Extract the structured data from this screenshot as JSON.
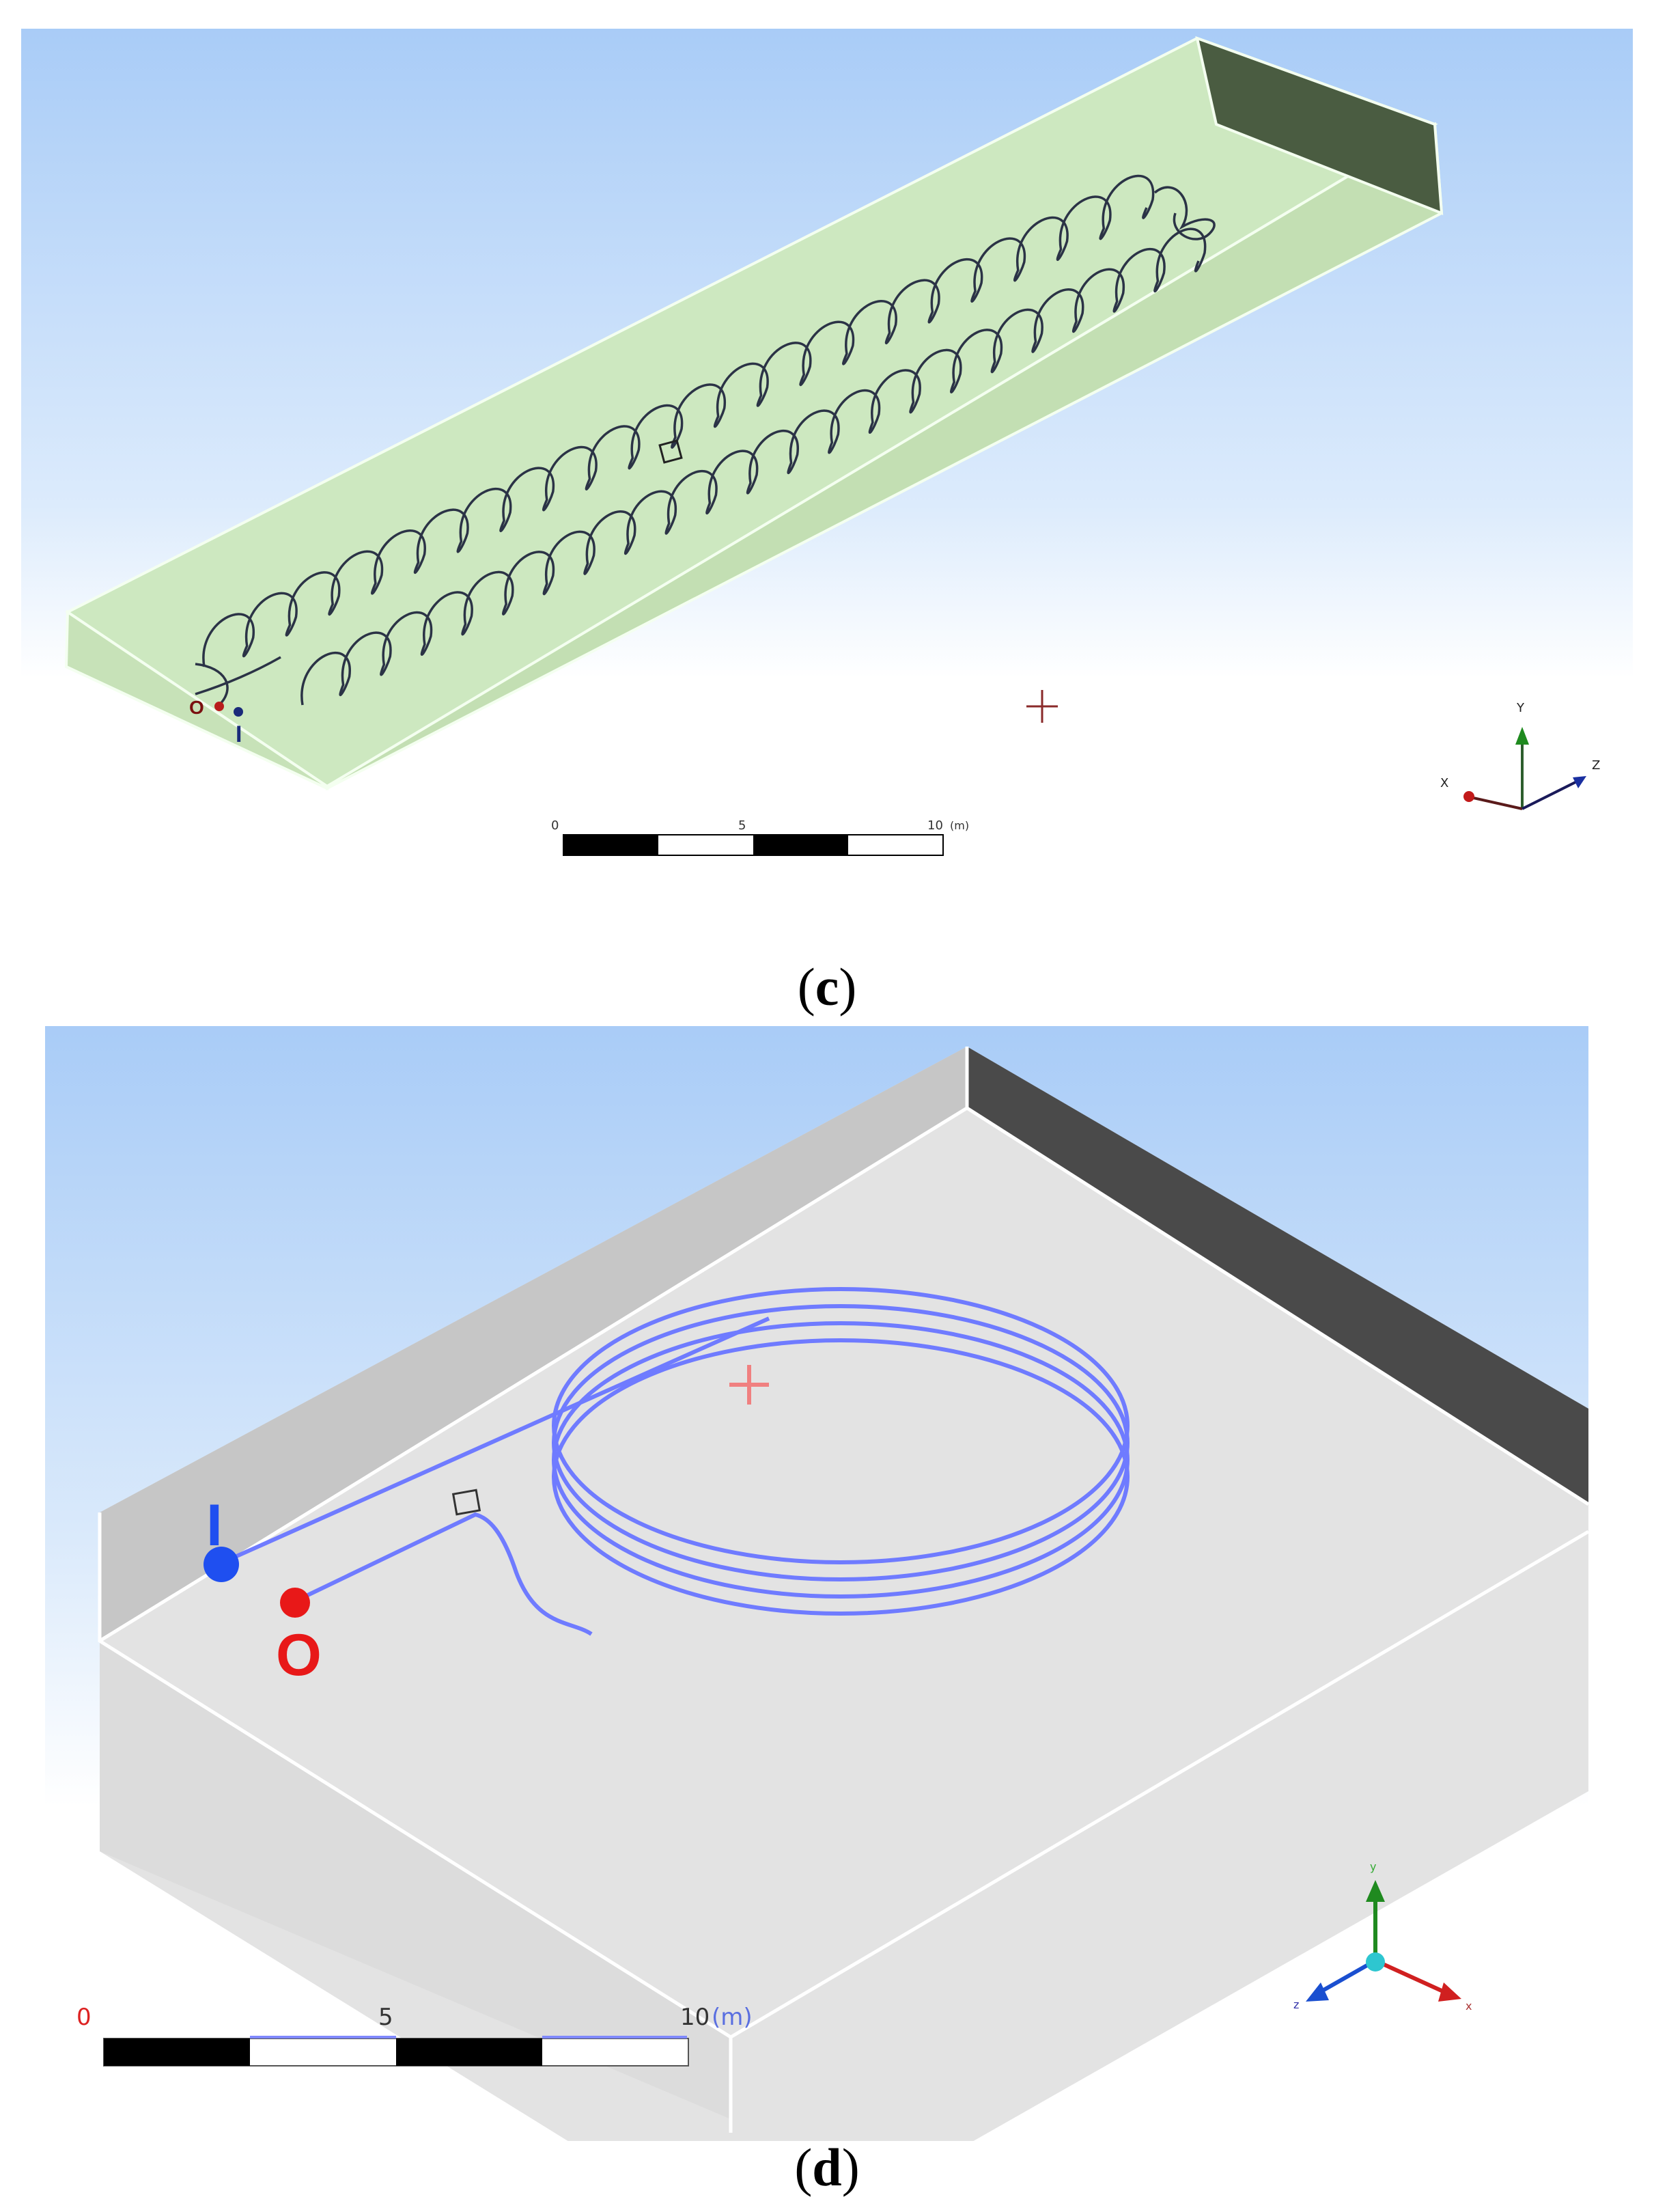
{
  "panels": [
    {
      "letter": "c",
      "marker_labels": {
        "outlet": "O",
        "inlet": "I"
      },
      "scale_bar": {
        "ticks": [
          "0",
          "5",
          "10"
        ],
        "unit": "(m)"
      },
      "triad": {
        "x": "X",
        "y": "Y",
        "z": "Z"
      },
      "colors": {
        "background_top": "#a9ccf7",
        "box_fill": "#cde8c0",
        "coil": "#2b3346",
        "inlet_marker": "#1a2a7a",
        "outlet_marker": "#b81c1c"
      }
    },
    {
      "letter": "d",
      "marker_labels": {
        "outlet": "O",
        "inlet": "I"
      },
      "scale_bar": {
        "ticks": [
          "0",
          "5",
          "10"
        ],
        "unit": "(m)"
      },
      "triad": {
        "x": "x",
        "y": "y",
        "z": "z"
      },
      "colors": {
        "background_top": "#a9ccf7",
        "box_fill": "#e3e3e3",
        "coil": "#6f7bff",
        "inlet_marker": "#1f4ff0",
        "outlet_marker": "#e81818"
      }
    }
  ]
}
